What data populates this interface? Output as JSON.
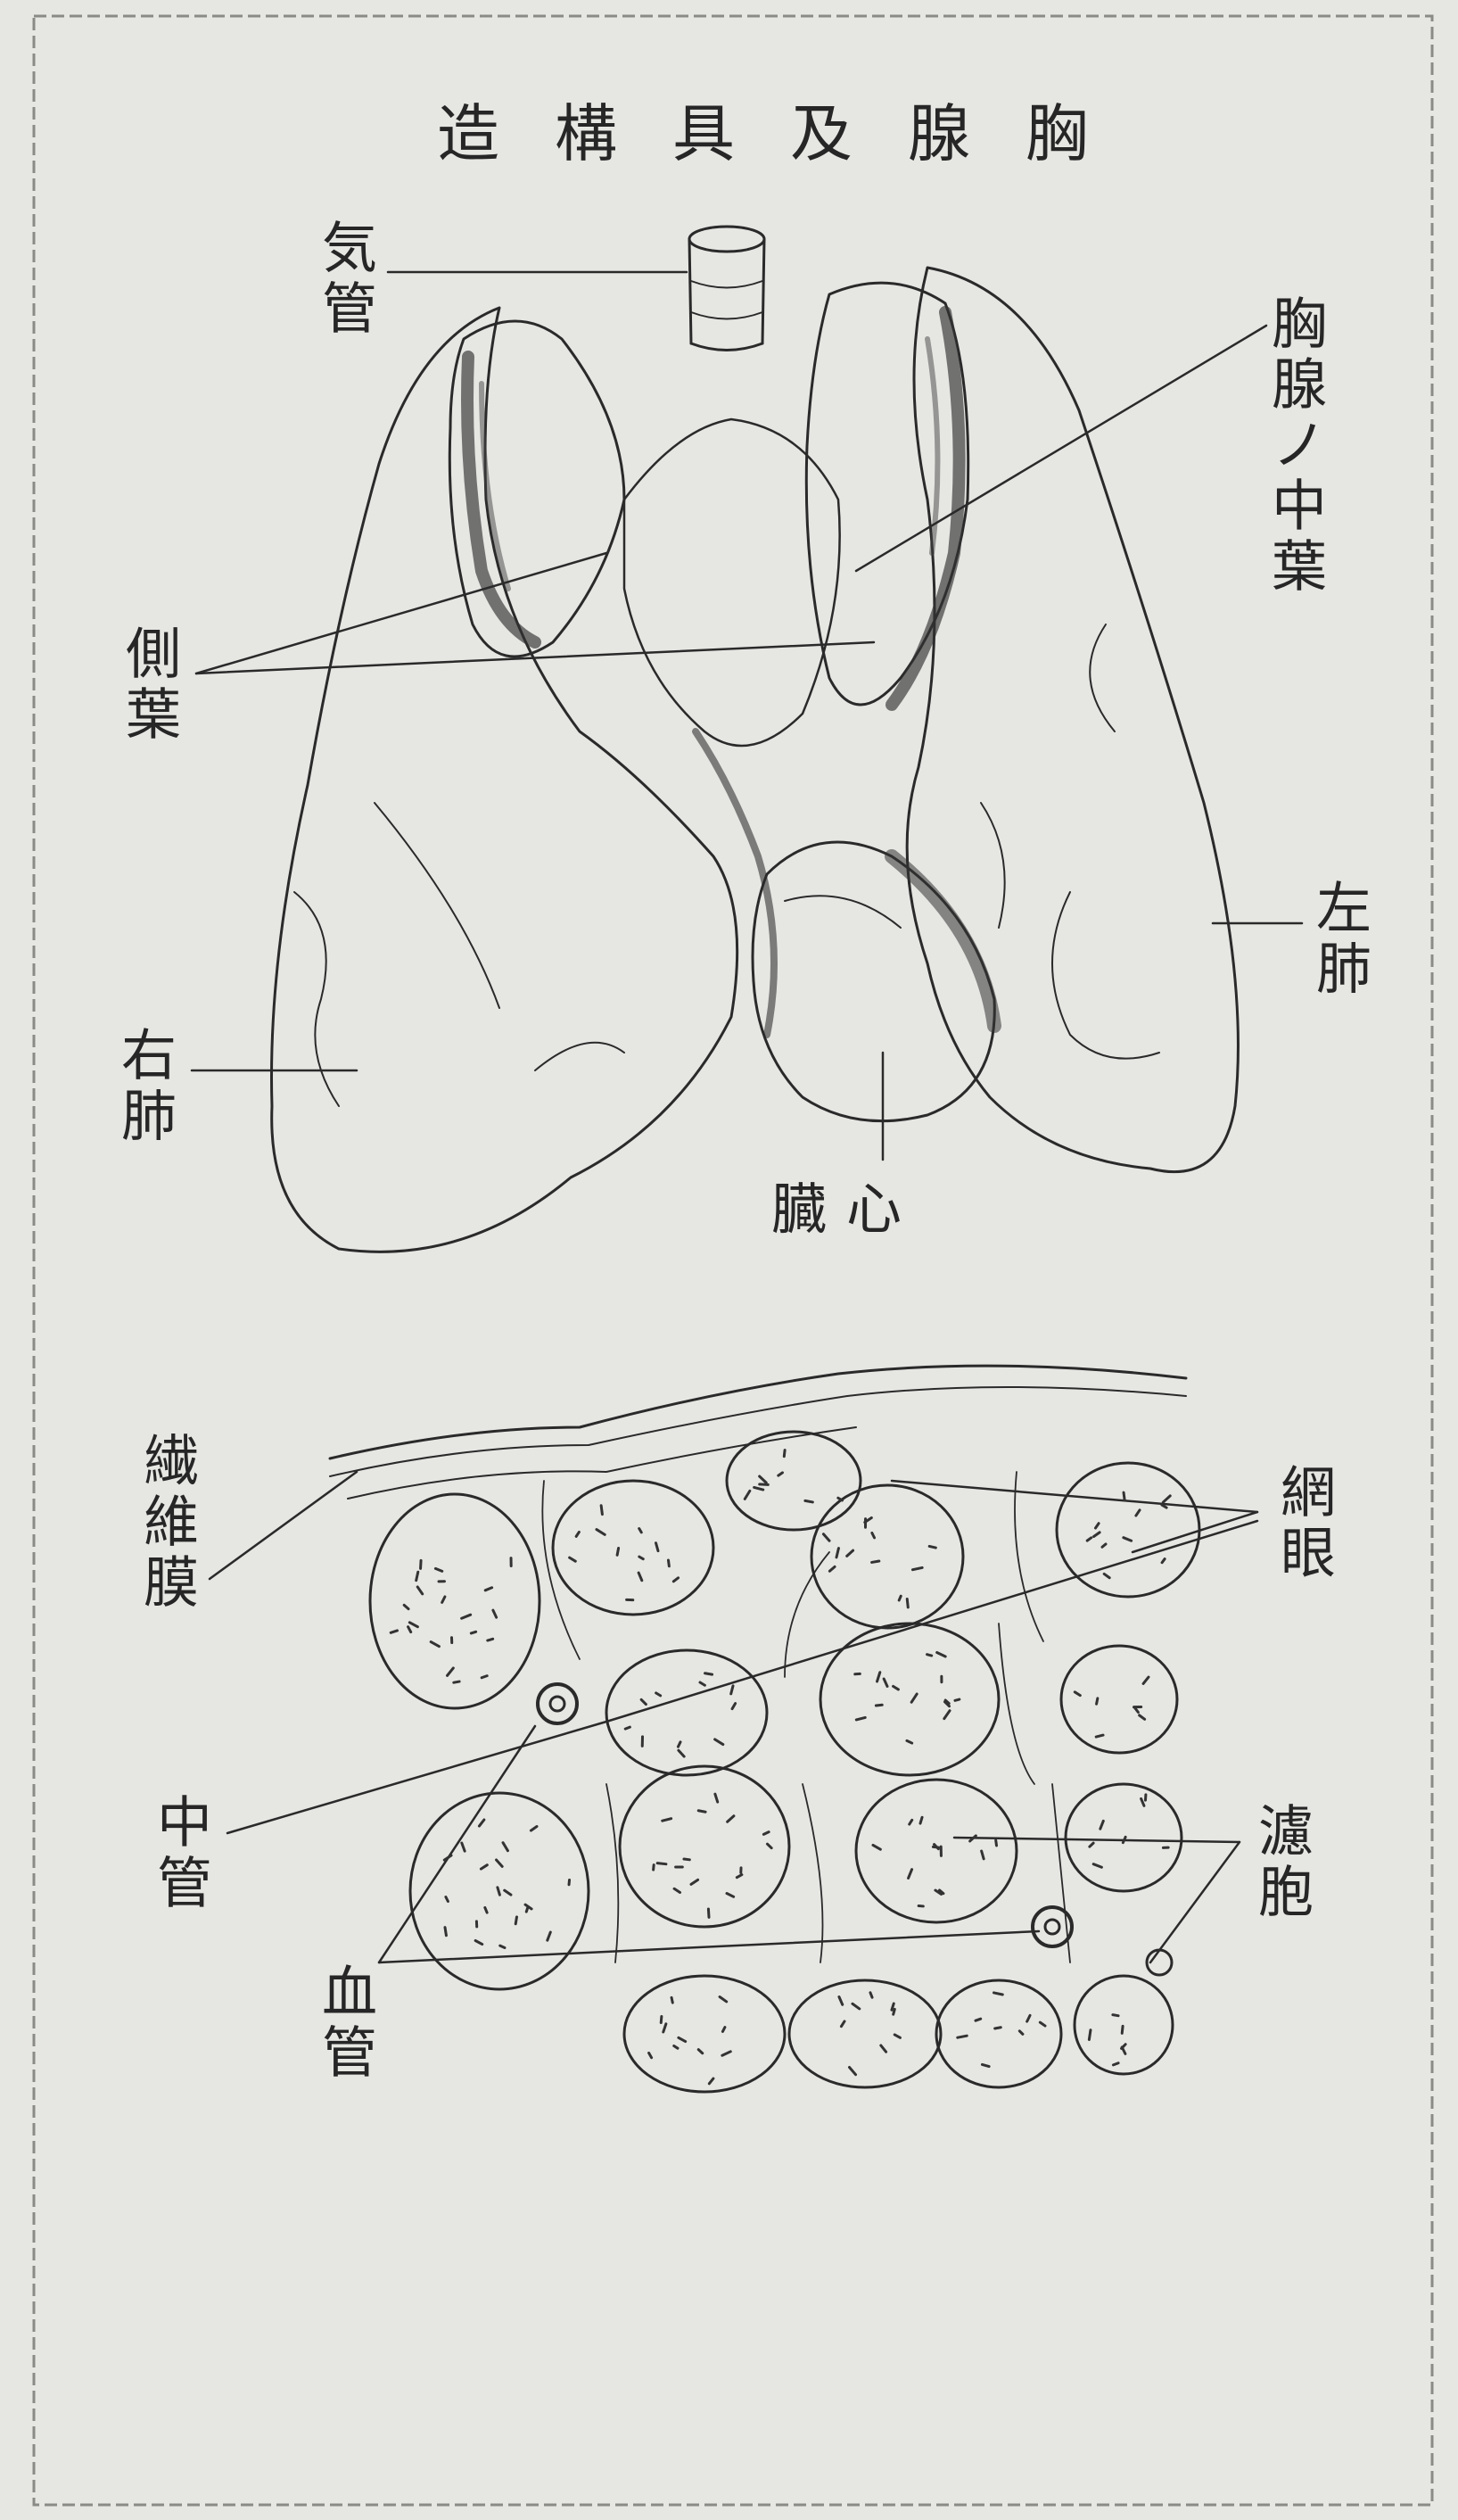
{
  "figure": {
    "title": "造構具及腺胸",
    "labels": {
      "trachea": "気管",
      "thymus_middle_lobe": "胸腺ノ中葉",
      "lateral_lobe": "側葉",
      "left_lung": "左肺",
      "right_lung": "右肺",
      "heart": "臓心",
      "fibrous_membrane": "繊維膜",
      "reticulum": "網眼",
      "central_vessel": "中管",
      "vacuole": "濾胞",
      "blood_vessel": "血管"
    }
  },
  "colors": {
    "paper": "#e6e6e3",
    "ink": "#262626",
    "border": "#8a8a86"
  }
}
